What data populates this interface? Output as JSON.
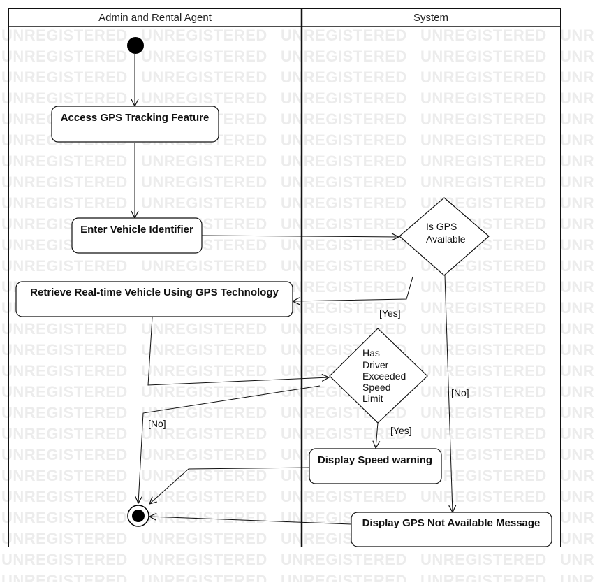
{
  "watermark": "UNREGISTERED",
  "lanes": [
    {
      "id": "lane-admin",
      "title": "Admin and Rental Agent"
    },
    {
      "id": "lane-system",
      "title": "System"
    }
  ],
  "nodes": {
    "access": {
      "label": "Access GPS Tracking Feature"
    },
    "enter": {
      "label": "Enter Vehicle Identifier"
    },
    "retrieve": {
      "label": "Retrieve Real-time Vehicle Using GPS Technology"
    },
    "speedwarn": {
      "label": "Display Speed warning"
    },
    "gpsna": {
      "label": "Display GPS Not Available Message"
    }
  },
  "decisions": {
    "gps": {
      "lines": [
        "Is GPS",
        "Available"
      ]
    },
    "speed": {
      "lines": [
        "Has",
        "Driver",
        "Exceeded",
        "Speed",
        "Limit"
      ]
    }
  },
  "guards": {
    "gps_yes": "[Yes]",
    "gps_no": "[No]",
    "speed_yes": "[Yes]",
    "speed_no": "[No]"
  }
}
